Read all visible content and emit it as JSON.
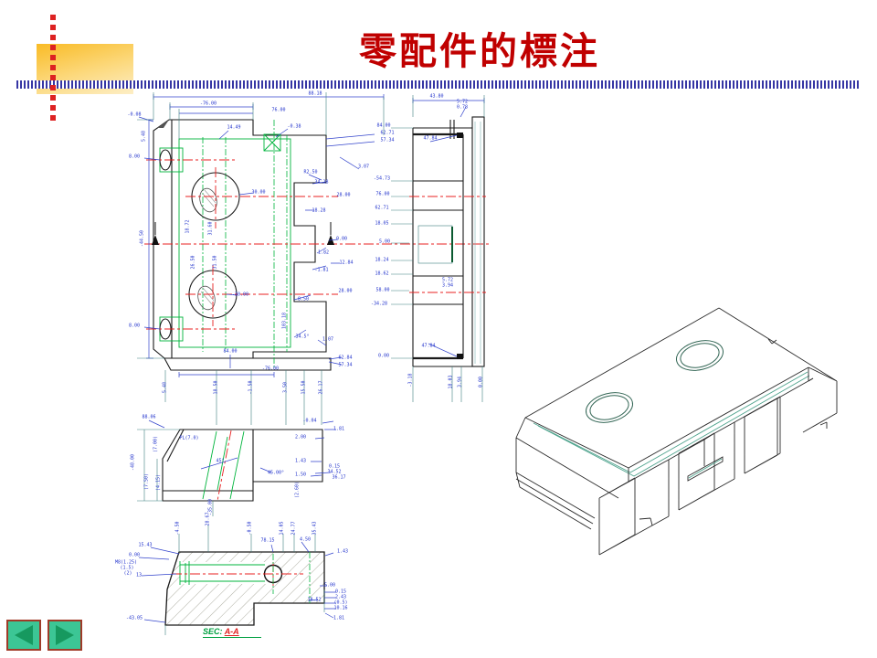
{
  "slide": {
    "title": "零配件的標注",
    "title_color": "#c00000",
    "background": "#ffffff"
  },
  "decorations": {
    "dashed_line_color": "#dd2222",
    "accent_square_colors": [
      "#f9bb25",
      "#fdeec6"
    ],
    "hatch_bar_color": "#3636a4"
  },
  "nav": {
    "prev_icon": "left-arrow-icon",
    "next_icon": "right-arrow-icon",
    "button_color": "#3cc695",
    "arrow_color": "#16995f",
    "border_color": "#a03a28"
  },
  "drawing": {
    "line_colors": {
      "outline": "#1a1a1a",
      "dimension_text": "#2233cc",
      "dimension_line": "#3344cc",
      "extension_line": "#3f8080",
      "centerline": "#e82020",
      "highlight": "#00b43c",
      "iso_accent": "#4fa38d"
    },
    "section_caption": {
      "prefix": "SEC:",
      "name": "A-A"
    },
    "views": {
      "front": {
        "labels": [
          [
            345,
            103,
            "88.18"
          ],
          [
            228,
            114,
            "-76.00"
          ],
          [
            305,
            121,
            "76.00"
          ],
          [
            256,
            140,
            "14.49"
          ],
          [
            147,
            126,
            "-0.08"
          ],
          [
            158,
            149,
            "5.48",
            "v"
          ],
          [
            322,
            139,
            "-0.38"
          ],
          [
            424,
            146,
            "62.71"
          ],
          [
            424,
            154,
            "57.34"
          ],
          [
            398,
            183,
            "3.07"
          ],
          [
            340,
            189,
            "R2.50"
          ],
          [
            352,
            200,
            "34.28"
          ],
          [
            376,
            214,
            "28.00"
          ],
          [
            349,
            231,
            "18.28"
          ],
          [
            147,
            172,
            "8.00"
          ],
          [
            147,
            357,
            "8.00"
          ],
          [
            156,
            261,
            "-44.50",
            "v"
          ],
          [
            206,
            248,
            "18.72",
            "v"
          ],
          [
            231,
            250,
            "31.60",
            "v"
          ],
          [
            283,
            211,
            "30.00"
          ],
          [
            374,
            262,
            "0.00"
          ],
          [
            354,
            277,
            "1.82"
          ],
          [
            379,
            288,
            "12.84"
          ],
          [
            352,
            296,
            "-1.81"
          ],
          [
            212,
            287,
            "26.50",
            "v"
          ],
          [
            236,
            287,
            "31.50",
            "v"
          ],
          [
            263,
            323,
            "-30.00"
          ],
          [
            378,
            319,
            "28.00"
          ],
          [
            332,
            328,
            "8.50"
          ],
          [
            312,
            351,
            "103.18",
            "v"
          ],
          [
            331,
            369,
            "34.5°"
          ],
          [
            359,
            372,
            "1.07"
          ],
          [
            378,
            392,
            "62.84"
          ],
          [
            378,
            400,
            "57.34"
          ],
          [
            252,
            385,
            "84.00"
          ],
          [
            296,
            404,
            "-76.00"
          ],
          [
            181,
            424,
            "5.48",
            "v"
          ],
          [
            237,
            424,
            "18.50",
            "v"
          ],
          [
            275,
            424,
            "-1.50",
            "v"
          ],
          [
            313,
            424,
            "3.50",
            "v"
          ],
          [
            333,
            424,
            "15.50",
            "v"
          ],
          [
            352,
            424,
            "26.17",
            "v"
          ]
        ]
      },
      "side": {
        "labels": [
          [
            478,
            106,
            "43.80"
          ],
          [
            506,
            112,
            "5.72"
          ],
          [
            506,
            118,
            "0.78"
          ],
          [
            420,
            138,
            "84.00"
          ],
          [
            471,
            152,
            "47.84"
          ],
          [
            418,
            196,
            "-54.73"
          ],
          [
            419,
            213,
            "76.00"
          ],
          [
            418,
            228,
            "62.71"
          ],
          [
            418,
            245,
            "18.05"
          ],
          [
            421,
            265,
            "5.00"
          ],
          [
            418,
            285,
            "18.24"
          ],
          [
            418,
            300,
            "18.62"
          ],
          [
            419,
            318,
            "58.00"
          ],
          [
            415,
            333,
            "-34.28"
          ],
          [
            490,
            307,
            "5.72"
          ],
          [
            490,
            313,
            "3.94"
          ],
          [
            469,
            379,
            "47.84"
          ],
          [
            420,
            390,
            "0.00"
          ],
          [
            450,
            416,
            "-3.18",
            "v"
          ],
          [
            494,
            418,
            "18.03",
            "v"
          ],
          [
            504,
            418,
            "3.94",
            "v"
          ],
          [
            527,
            418,
            "0.00",
            "v"
          ]
        ]
      },
      "profile": {
        "labels": [
          [
            163,
            457,
            "88.06"
          ],
          [
            207,
            480,
            "PL(7.0)"
          ],
          [
            171,
            486,
            "(7.00)",
            "v"
          ],
          [
            146,
            506,
            "-48.00",
            "v"
          ],
          [
            161,
            527,
            "(7.50)",
            "v"
          ],
          [
            174,
            528,
            "(4.15)",
            "v"
          ],
          [
            241,
            505,
            "45°"
          ],
          [
            302,
            518,
            "45.00°"
          ],
          [
            339,
            461,
            "-0.04"
          ],
          [
            371,
            470,
            "1.81"
          ],
          [
            329,
            479,
            "2.00"
          ],
          [
            329,
            505,
            "1.43"
          ],
          [
            366,
            511,
            "0.15"
          ],
          [
            366,
            517,
            "34.52"
          ],
          [
            371,
            523,
            "36.17"
          ],
          [
            329,
            520,
            "1.50"
          ],
          [
            326,
            536,
            "(2.60)",
            "v"
          ],
          [
            231,
            555,
            "-35.00",
            "v"
          ]
        ]
      },
      "section": {
        "labels": [
          [
            195,
            578,
            "-4.50",
            "v"
          ],
          [
            228,
            568,
            "28.67",
            "v"
          ],
          [
            274,
            578,
            "-0.50",
            "v"
          ],
          [
            309,
            578,
            "14.05",
            "v"
          ],
          [
            322,
            578,
            "24.77",
            "v"
          ],
          [
            345,
            578,
            "35.43",
            "v"
          ],
          [
            293,
            592,
            "78.15"
          ],
          [
            334,
            591,
            "4.50"
          ],
          [
            375,
            604,
            "1.43"
          ],
          [
            159,
            597,
            "15.43"
          ],
          [
            147,
            608,
            "0.00"
          ],
          [
            138,
            616,
            "M8(1.25)"
          ],
          [
            139,
            622,
            "(1.5)"
          ],
          [
            140,
            628,
            "(2)"
          ],
          [
            152,
            630,
            "13"
          ],
          [
            147,
            677,
            "-43.05"
          ],
          [
            361,
            641,
            "5.00"
          ],
          [
            344,
            657,
            "18.52"
          ],
          [
            373,
            648,
            "0.15"
          ],
          [
            373,
            654,
            "2.43"
          ],
          [
            373,
            660,
            "(0.5)"
          ],
          [
            373,
            666,
            "10.16"
          ],
          [
            371,
            677,
            "1.81"
          ]
        ]
      }
    }
  }
}
